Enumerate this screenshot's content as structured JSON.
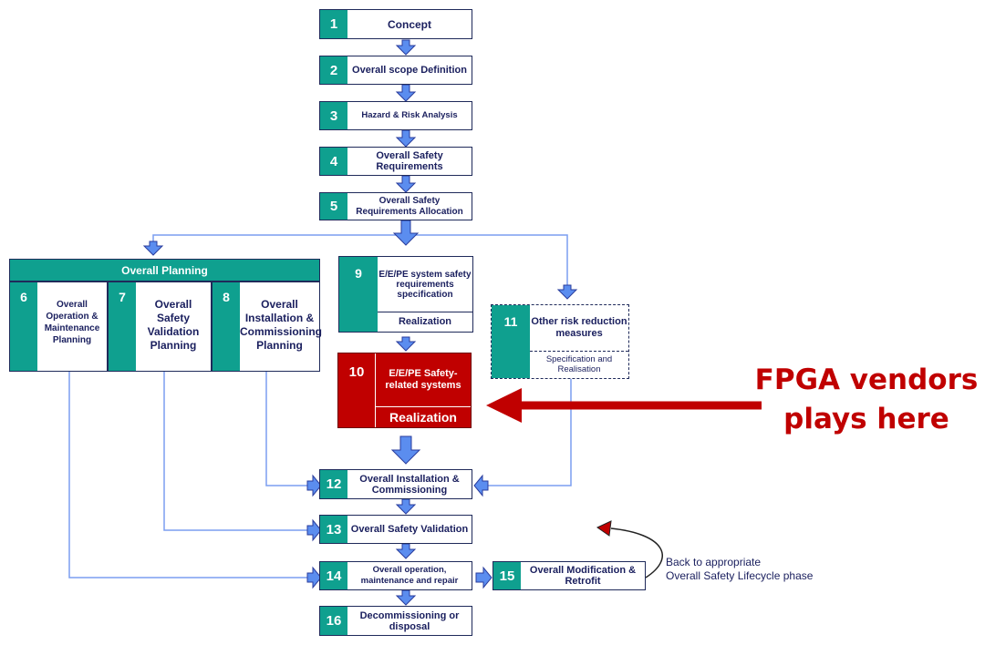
{
  "colors": {
    "teal": "#0fa08f",
    "navy": "#1f2a5a",
    "red": "#c00000",
    "arrow_fill": "#5b8def",
    "arrow_stroke": "#2a3c9c",
    "line_blue": "#7b9ef0"
  },
  "steps": [
    {
      "n": "1",
      "label": "Concept"
    },
    {
      "n": "2",
      "label": "Overall scope Definition"
    },
    {
      "n": "3",
      "label": "Hazard & Risk Analysis"
    },
    {
      "n": "4",
      "label": "Overall Safety Requirements"
    },
    {
      "n": "5",
      "label": "Overall Safety Requirements Allocation"
    },
    {
      "n": "12",
      "label": "Overall Installation & Commissioning"
    },
    {
      "n": "13",
      "label": "Overall Safety Validation"
    },
    {
      "n": "14",
      "label": "Overall operation, maintenance and repair"
    },
    {
      "n": "15",
      "label": "Overall Modification & Retrofit"
    },
    {
      "n": "16",
      "label": "Decommissioning or disposal"
    }
  ],
  "planning": {
    "header": "Overall Planning",
    "cols": [
      {
        "n": "6",
        "label": "Overall Operation & Maintenance Planning"
      },
      {
        "n": "7",
        "label": "Overall Safety Validation Planning"
      },
      {
        "n": "8",
        "label": "Overall Installation & Commissioning Planning"
      }
    ]
  },
  "box9": {
    "n": "9",
    "top": "E/E/PE system safety requirements specification",
    "bottom": "Realization"
  },
  "box10": {
    "n": "10",
    "top": "E/E/PE Safety-related systems",
    "bottom": "Realization"
  },
  "box11": {
    "n": "11",
    "top": "Other risk reduction measures",
    "bottom": "Specification and Realisation"
  },
  "annotation": {
    "vendor_line1": "FPGA vendors",
    "vendor_line2": "plays here",
    "back_line1": "Back to appropriate",
    "back_line2": "Overall Safety Lifecycle phase"
  }
}
